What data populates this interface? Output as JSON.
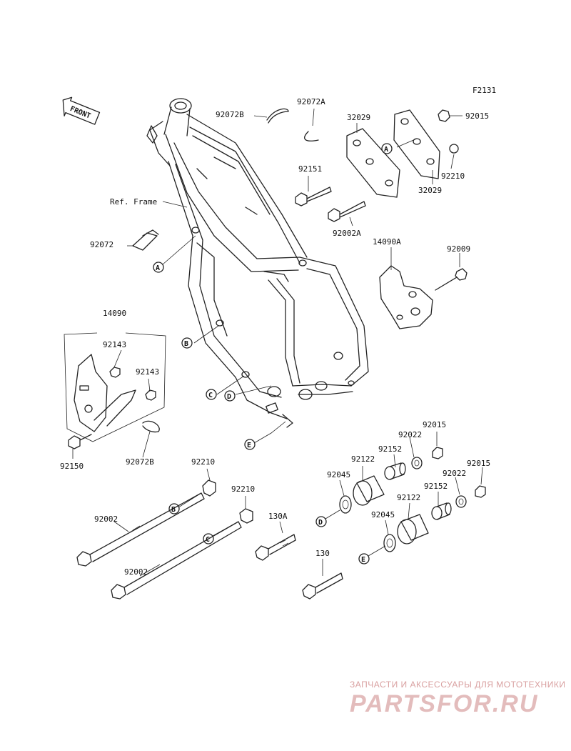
{
  "figure_code": "F2131",
  "front_label": "FRONT",
  "ref_frame": "Ref. Frame",
  "parts": {
    "p92072B_top": "92072B",
    "p92072A": "92072A",
    "p32029_top": "32029",
    "p92015_top": "92015",
    "p92151": "92151",
    "p92210_top": "92210",
    "p32029_bottom": "32029",
    "p92002A": "92002A",
    "p14090A": "14090A",
    "p92009": "92009",
    "p92072": "92072",
    "p14090": "14090",
    "p92143_a": "92143",
    "p92143_b": "92143",
    "p92150": "92150",
    "p92072B_bottom": "92072B",
    "p92210_b": "92210",
    "p92210_c": "92210",
    "p92002_b": "92002",
    "p92002_c": "92002",
    "p130A": "130A",
    "p130": "130",
    "p92045_d": "92045",
    "p92122_d": "92122",
    "p92152_d": "92152",
    "p92022_d": "92022",
    "p92015_d": "92015",
    "p92045_e": "92045",
    "p92122_e": "92122",
    "p92152_e": "92152",
    "p92022_e": "92022",
    "p92015_e": "92015"
  },
  "callouts": {
    "A1": "A",
    "A2": "A",
    "B1": "B",
    "B2": "B",
    "C1": "C",
    "C2": "C",
    "D1": "D",
    "D2": "D",
    "E1": "E",
    "E2": "E"
  },
  "watermark": {
    "line1": "ЗАПЧАСТИ И АКСЕССУАРЫ ДЛЯ МОТОТЕХНИКИ",
    "line2": "PARTSFOR.RU"
  },
  "colors": {
    "ink": "#222222",
    "watermark": "#e3bcbc"
  }
}
